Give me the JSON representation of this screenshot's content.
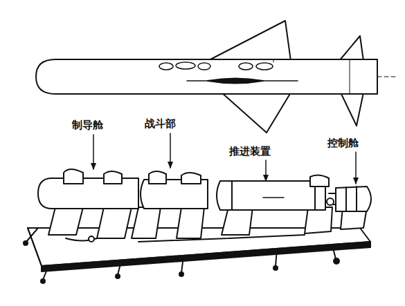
{
  "diagram": {
    "labels": [
      "制导舱",
      "战斗部",
      "推进装置",
      "控制舱"
    ]
  }
}
